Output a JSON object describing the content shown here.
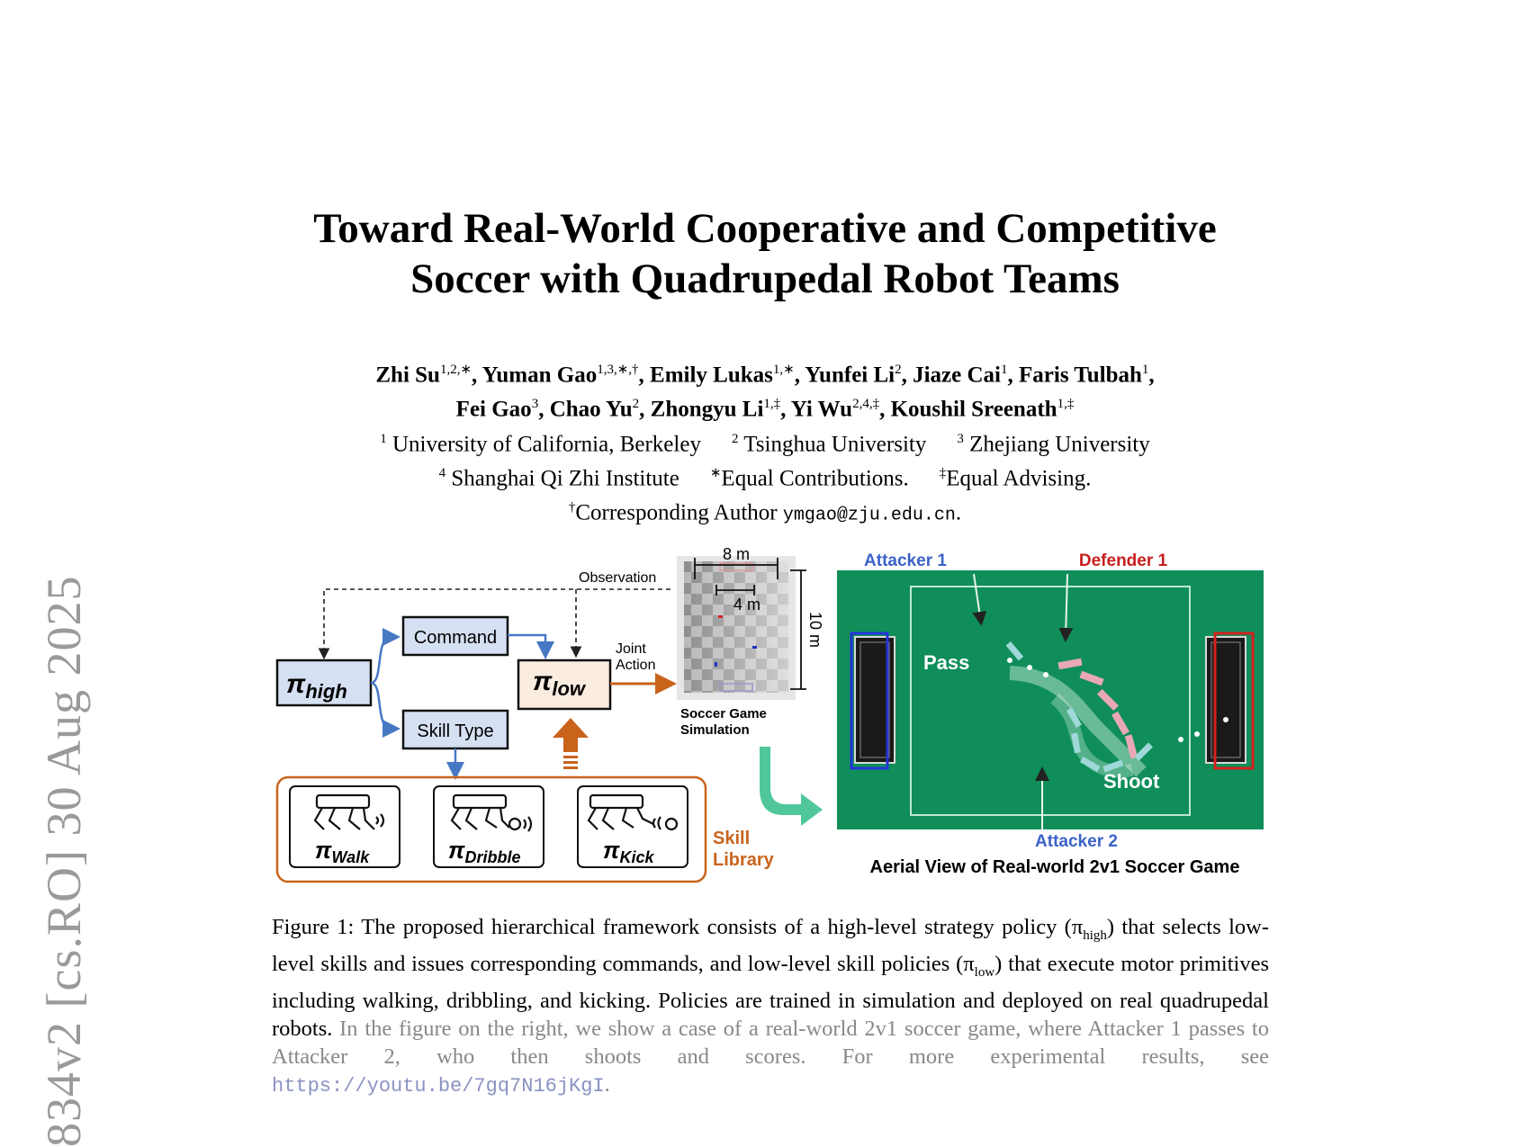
{
  "arxiv_stamp": "834v2  [cs.RO]  30 Aug 2025",
  "title": {
    "line1": "Toward Real-World Cooperative and Competitive",
    "line2": "Soccer with Quadrupedal Robot Teams"
  },
  "authors": {
    "line1": [
      {
        "name": "Zhi Su",
        "sup": "1,2,∗",
        "sep": ", "
      },
      {
        "name": "Yuman Gao",
        "sup": "1,3,∗,†",
        "sep": ", "
      },
      {
        "name": "Emily Lukas",
        "sup": "1,∗",
        "sep": ", "
      },
      {
        "name": "Yunfei Li",
        "sup": "2",
        "sep": ", "
      },
      {
        "name": "Jiaze Cai",
        "sup": "1",
        "sep": ", "
      },
      {
        "name": "Faris Tulbah",
        "sup": "1",
        "sep": ","
      }
    ],
    "line2": [
      {
        "name": "Fei Gao",
        "sup": "3",
        "sep": ", "
      },
      {
        "name": "Chao Yu",
        "sup": "2",
        "sep": ", "
      },
      {
        "name": "Zhongyu Li",
        "sup": "1,‡",
        "sep": ", "
      },
      {
        "name": "Yi Wu",
        "sup": "2,4,‡",
        "sep": ", "
      },
      {
        "name": "Koushil Sreenath",
        "sup": "1,‡",
        "sep": ""
      }
    ],
    "aff1": [
      {
        "sup": "1",
        "text": " University of California, Berkeley"
      },
      {
        "sup": "2",
        "text": " Tsinghua University"
      },
      {
        "sup": "3",
        "text": " Zhejiang University"
      }
    ],
    "aff2": [
      {
        "sup": "4",
        "text": " Shanghai Qi Zhi Institute"
      },
      {
        "sup": "∗",
        "text": "Equal Contributions."
      },
      {
        "sup": "‡",
        "text": "Equal Advising."
      }
    ],
    "corresponding": {
      "sup": "†",
      "text": "Corresponding Author ",
      "email": "ymgao@zju.edu.cn",
      "end": "."
    }
  },
  "figure": {
    "observation": "Observation",
    "command": "Command",
    "skill_type": "Skill Type",
    "pi_symbol": "π",
    "pi_high_sub": "high",
    "pi_low_sub": "low",
    "joint_action_1": "Joint",
    "joint_action_2": "Action",
    "walk_sub": "Walk",
    "dribble_sub": "Dribble",
    "kick_sub": "Kick",
    "skill_library_1": "Skill",
    "skill_library_2": "Library",
    "dim_8m": "8 m",
    "dim_4m": "4 m",
    "dim_10m": "10 m",
    "sim_label_1": "Soccer Game",
    "sim_label_2": "Simulation",
    "attacker1": "Attacker 1",
    "defender1": "Defender 1",
    "attacker2": "Attacker 2",
    "pass": "Pass",
    "shoot": "Shoot",
    "aerial_caption": "Aerial View of Real-world 2v1 Soccer Game",
    "colors": {
      "blue_box": "#d5e0f2",
      "orange": "#c9631c",
      "blue_arrow": "#4678c4",
      "field": "#0f8e5a",
      "attacker_blue": "#3b63c8",
      "defender_red": "#c81e1e",
      "teal_arrow": "#4fc79a"
    }
  },
  "caption": {
    "label": "Figure 1:",
    "p1": " The proposed hierarchical framework consists of a high-level strategy policy (",
    "pi": "π",
    "high": "high",
    "p2": ") that selects low-level skills and issues corresponding commands, and low-level skill policies (",
    "low": "low",
    "p3": ") that execute motor primitives including walking, dribbling, and kicking.  Policies are trained in simulation and deployed on real quadrupedal robots.  ",
    "faded": "In the figure on the right, we show a case of a real-world 2v1 soccer game, where Attacker 1 passes to Attacker 2, who then shoots and scores. For more experimental results, see ",
    "link": "https://youtu.be/7gq7N16jKgI",
    "end": "."
  }
}
